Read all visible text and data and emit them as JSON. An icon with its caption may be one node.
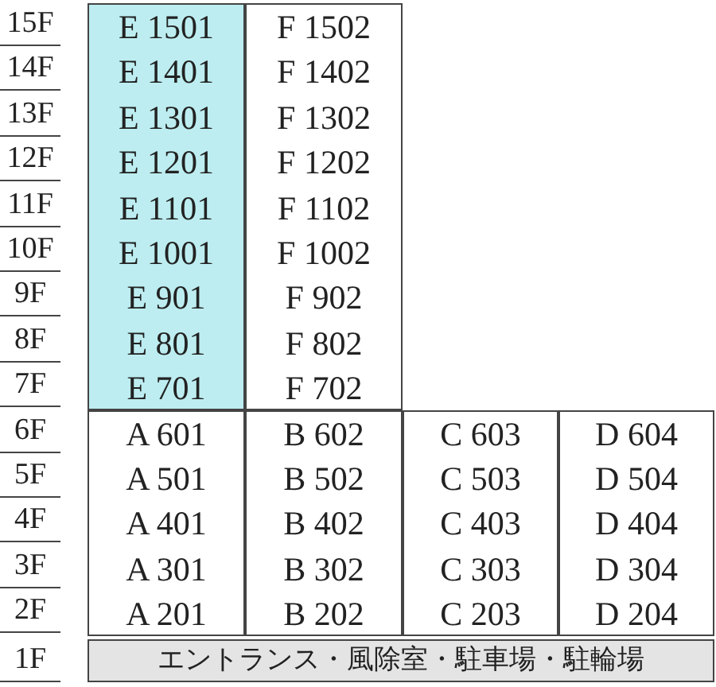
{
  "diagram": {
    "nodes": [
      {
        "text": [
          "E 1501",
          "E 1401",
          "E 1301",
          "E 1201",
          "E 1101",
          "E 1001",
          "E 901",
          "E 801",
          "E 701"
        ]
      },
      {
        "text": [
          "F 1502",
          "F 1402",
          "F 1302",
          "F 1202",
          "F 1102",
          "F 1002",
          "F 902",
          "F 802",
          "F 702"
        ]
      },
      {
        "text": [
          "A 601",
          "A 501",
          "A 401",
          "A 301",
          "A 201"
        ]
      },
      {
        "text": [
          "B 602",
          "B 502",
          "B 402",
          "B 302",
          "B 202"
        ]
      },
      {
        "text": [
          "C 603",
          "C 503",
          "C 403",
          "C 303",
          "C 203"
        ]
      },
      {
        "text": [
          "D 604",
          "D 504",
          "D 404",
          "D 304",
          "D 204"
        ]
      },
      {
        "text": [
          "エントランス・風除室・駐車場・駐輪場"
        ]
      }
    ],
    "labels": [
      "15F",
      "14F",
      "13F",
      "12F",
      "11F",
      "10F",
      "9F",
      "8F",
      "7F",
      "6F",
      "5F",
      "4F",
      "3F",
      "2F",
      "1F"
    ]
  }
}
